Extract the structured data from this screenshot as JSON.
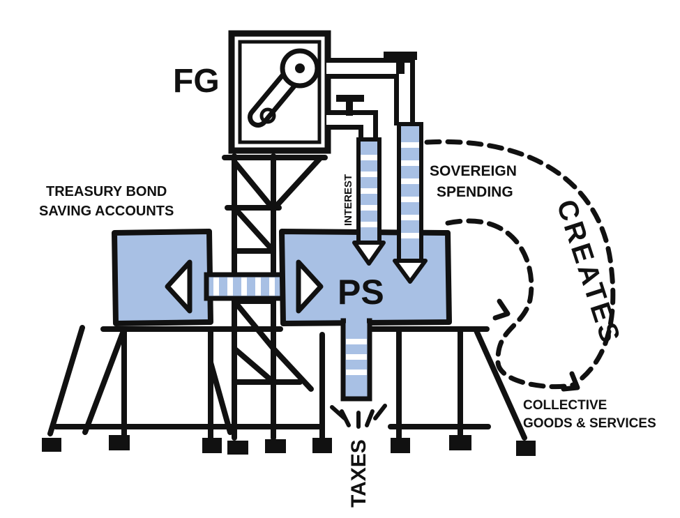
{
  "labels": {
    "fg": "FG",
    "ps": "PS",
    "treasury_line1": "TREASURY BOND",
    "treasury_line2": "SAVING ACCOUNTS",
    "interest": "INTEREST",
    "sovereign_line1": "SOVEREIGN",
    "sovereign_line2": "SPENDING",
    "creates": "CREATES",
    "collective_line1": "COLLECTIVE",
    "collective_line2": "GOODS & SERVICES",
    "taxes": "TAXES"
  },
  "colors": {
    "water": "#a8c0e4",
    "ink": "#111111",
    "background": "#ffffff"
  }
}
